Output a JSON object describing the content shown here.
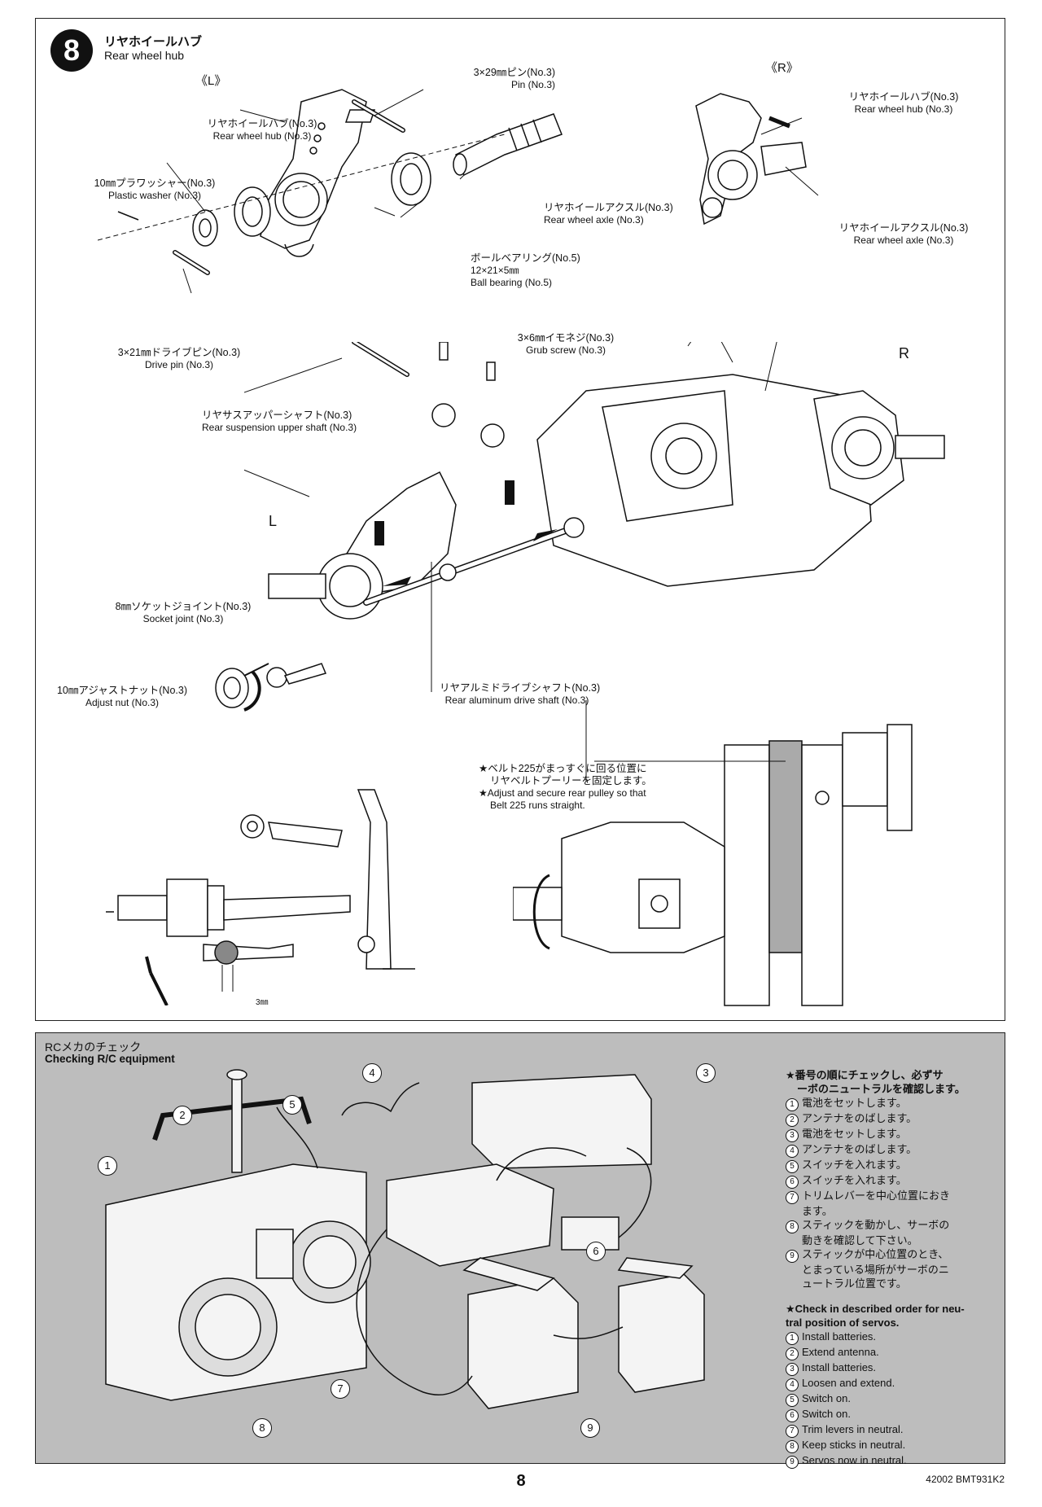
{
  "step": {
    "number": "8",
    "title_jp": "リヤホイールハブ",
    "title_en": "Rear wheel hub",
    "left_tag": "《L》",
    "right_tag": "《R》",
    "big_R": "R",
    "big_L": "L"
  },
  "labels": {
    "pin_jp": "3×29㎜ピン(No.3)",
    "pin_en": "Pin (No.3)",
    "hub_l_jp": "リヤホイールハブ(No.3)",
    "hub_l_en": "Rear wheel hub (No.3)",
    "washer_jp": "10㎜プラワッシャー(No.3)",
    "washer_en": "Plastic washer (No.3)",
    "axle_l_jp": "リヤホイールアクスル(No.3)",
    "axle_l_en": "Rear wheel axle (No.3)",
    "bearing_jp": "ボールベアリング(No.5)",
    "bearing_size": "12×21×5㎜",
    "bearing_en": "Ball bearing (No.5)",
    "drivepin_jp": "3×21㎜ドライブピン(No.3)",
    "drivepin_en": "Drive pin (No.3)",
    "hub_r_jp": "リヤホイールハブ(No.3)",
    "hub_r_en": "Rear wheel hub (No.3)",
    "axle_r_jp": "リヤホイールアクスル(No.3)",
    "axle_r_en": "Rear wheel axle (No.3)",
    "grub_jp": "3×6㎜イモネジ(No.3)",
    "grub_en": "Grub screw (No.3)",
    "upper_shaft_jp": "リヤサスアッパーシャフト(No.3)",
    "upper_shaft_en": "Rear suspension upper shaft (No.3)",
    "socket_jp": "8㎜ソケットジョイント(No.3)",
    "socket_en": "Socket joint (No.3)",
    "adjust_jp": "10㎜アジャストナット(No.3)",
    "adjust_en": "Adjust nut (No.3)",
    "driveshaft_jp": "リヤアルミドライブシャフト(No.3)",
    "driveshaft_en": "Rear aluminum drive shaft (No.3)",
    "belt_jp1": "★ベルト225がまっすぐに回る位置に",
    "belt_jp2": "リヤベルトプーリーを固定します。",
    "belt_en1": "★Adjust and secure rear pulley so that",
    "belt_en2": "Belt 225 runs straight.",
    "dim_3mm": "3㎜"
  },
  "rc": {
    "title_jp": "RCメカのチェック",
    "title_en": "Checking R/C equipment",
    "jp_head1": "★番号の順にチェックし、必ずサ",
    "jp_head2": "ーボのニュートラルを確認します。",
    "jp_items": [
      "電池をセットします。",
      "アンテナをのばします。",
      "電池をセットします。",
      "アンテナをのばします。",
      "スイッチを入れます。",
      "スイッチを入れます。",
      "トリムレバーを中心位置におき",
      "スティックを動かし、サーボの",
      "スティックが中心位置のとき、"
    ],
    "jp_cont7": "ます。",
    "jp_cont8": "動きを確認して下さい。",
    "jp_cont9a": "とまっている場所がサーボのニ",
    "jp_cont9b": "ュートラル位置です。",
    "en_head1": "★Check in described order for neu-",
    "en_head2": "tral position of servos.",
    "en_items": [
      "Install batteries.",
      "Extend antenna.",
      "Install batteries.",
      "Loosen and extend.",
      "Switch on.",
      "Switch on.",
      "Trim levers in neutral.",
      "Keep sticks in neutral.",
      "Servos now in neutral."
    ],
    "numbers": [
      "1",
      "2",
      "3",
      "4",
      "5",
      "6",
      "7",
      "8",
      "9"
    ]
  },
  "footer": {
    "page": "8",
    "code": "42002 BMT931K2"
  }
}
